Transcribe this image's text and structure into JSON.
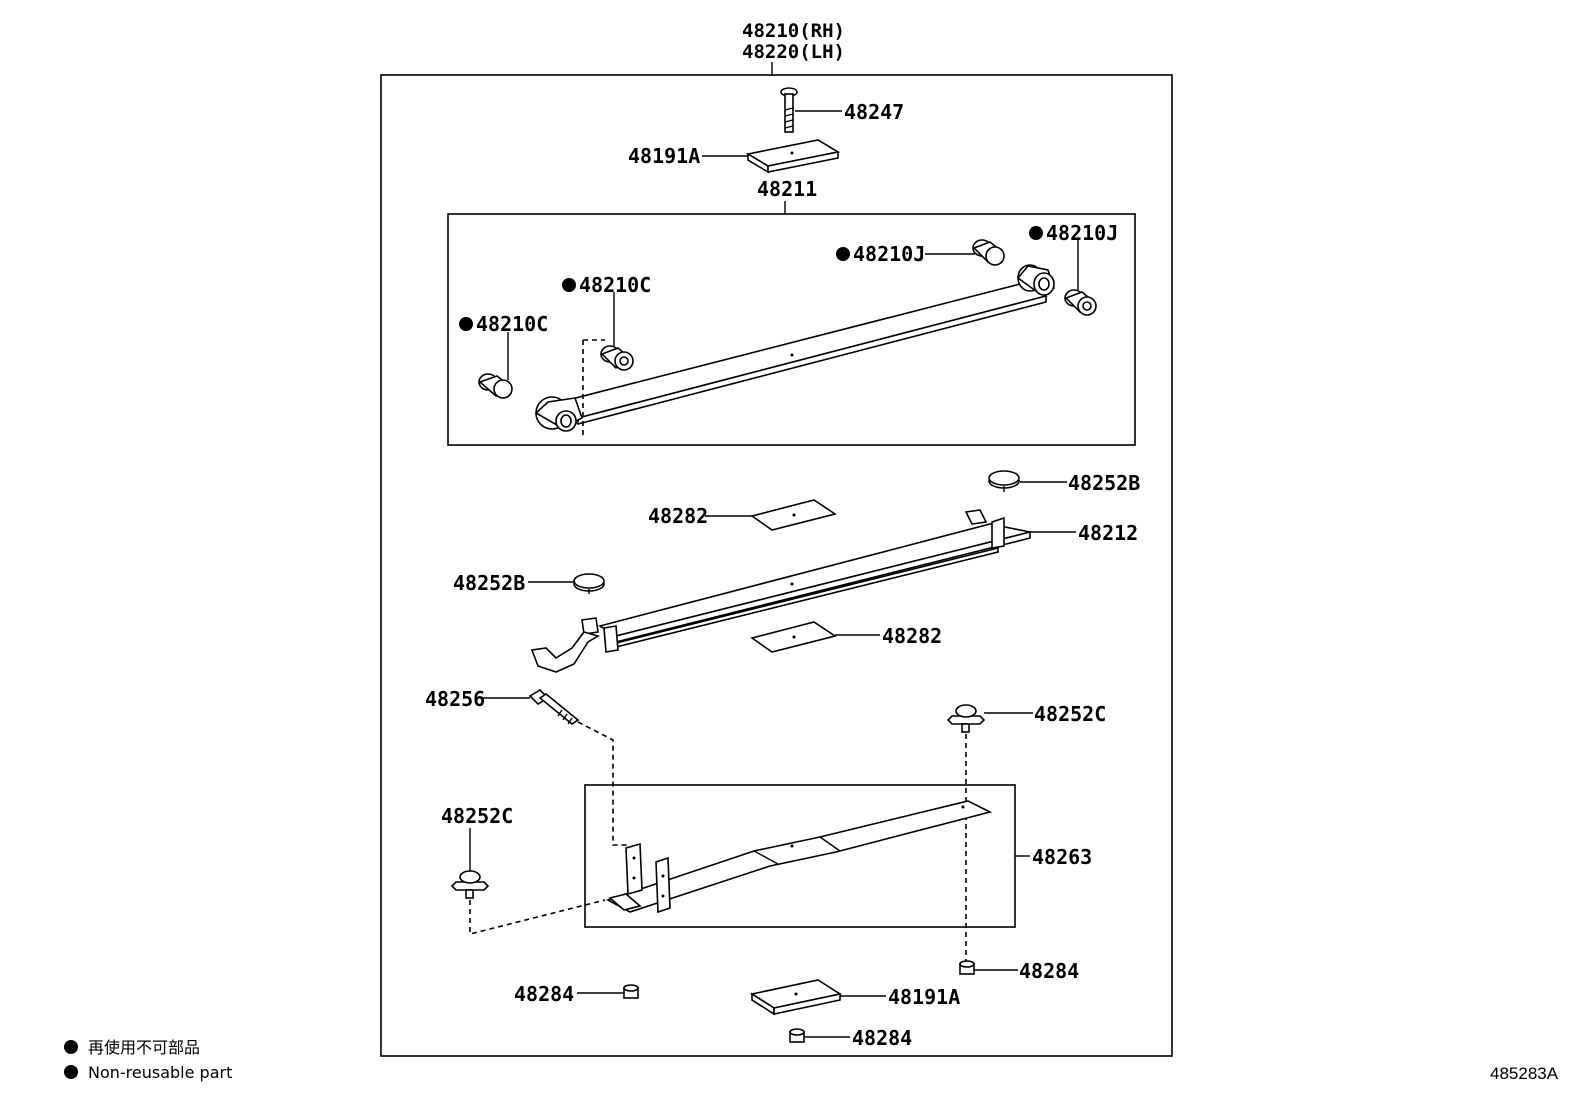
{
  "assembly": {
    "rh": "48210(RH)",
    "lh": "48220(LH)"
  },
  "labels": {
    "bolt_top": "48247",
    "plate_top": "48191A",
    "spring_leaf_main": "48211",
    "bushing_right_outer": "48210J",
    "bushing_right_inner": "48210J",
    "bushing_left_inner": "48210C",
    "bushing_left_outer": "48210C",
    "bumper_right": "48252B",
    "pad_upper": "48282",
    "spring_leaf_second": "48212",
    "bumper_left": "48252B",
    "pad_lower": "48282",
    "bolt_clip": "48256",
    "bumper_c_right": "48252C",
    "bumper_c_left": "48252C",
    "leaf_third": "48263",
    "nut_right": "48284",
    "nut_left": "48284",
    "plate_bottom": "48191A",
    "nut_bottom": "48284"
  },
  "legend": {
    "line_ja": "再使用不可部品",
    "line_en": "Non-reusable part"
  },
  "figure_code": "485283A",
  "colors": {
    "ink": "#000000",
    "paper": "#ffffff"
  }
}
